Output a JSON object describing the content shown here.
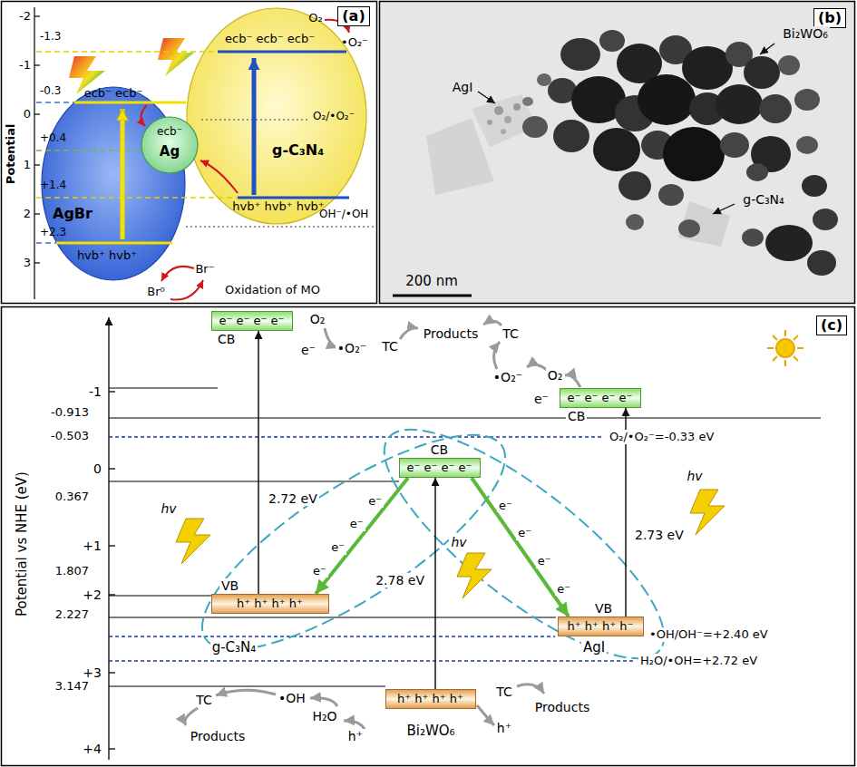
{
  "diagram": {
    "nodes": [
      {
        "text": [
          "ecb⁻ ecb⁻ ecb⁻",
          "g-C₃N₄",
          "hvb⁺ hvb⁺ hvb⁺"
        ]
      },
      {
        "text": [
          "ecb⁻ ecb⁻",
          "AgBr",
          "hvb⁺ hvb⁺"
        ]
      },
      {
        "text": [
          "ecb⁻",
          "Ag"
        ]
      },
      {
        "text": [
          "e⁻ e⁻ e⁻ e⁻",
          "CB"
        ]
      },
      {
        "text": [
          "e⁻ e⁻ e⁻ e⁻",
          "CB"
        ]
      },
      {
        "text": [
          "e⁻ e⁻ e⁻ e⁻",
          "CB"
        ]
      },
      {
        "text": [
          "VB",
          "h⁺ h⁺ h⁺ h⁺"
        ]
      },
      {
        "text": [
          "VB",
          "h⁺ h⁺ h⁺ h⁻"
        ]
      },
      {
        "text": [
          "h⁺ h⁺ h⁺ h⁺"
        ]
      }
    ],
    "edges": [
      {
        "from": 6,
        "to": 3,
        "label": "2.72 eV",
        "arrow": "to"
      },
      {
        "from": 8,
        "to": 5,
        "label": "2.78 eV",
        "arrow": "to"
      },
      {
        "from": 7,
        "to": 4,
        "label": "2.73 eV",
        "arrow": "to"
      },
      {
        "from": 5,
        "to": 6,
        "arrow": "to"
      },
      {
        "from": 5,
        "to": 7,
        "arrow": "to"
      }
    ],
    "labels": [
      "(a)",
      "Potential",
      "-2",
      "-1",
      "0",
      "1",
      "2",
      "3",
      "-1.3",
      "-0.3",
      "+0.4",
      "+1.4",
      "+2.3",
      "O₂",
      "•O₂⁻",
      "O₂/•O₂⁻",
      "OH⁻/•OH",
      "Br⁻",
      "Br⁰",
      "Oxidation of MO",
      "(b)",
      "Bi₂WO₆",
      "AgI",
      "g-C₃N₄",
      "200 nm",
      "(c)",
      "Potential vs NHE (eV)",
      "-1",
      "-0.913",
      "-0.503",
      "0",
      "0.367",
      "+1",
      "1.807",
      "+2",
      "2.227",
      "+3",
      "3.147",
      "+4",
      "O₂/•O₂⁻=-0.33 eV",
      "•OH/OH⁻=+2.40 eV",
      "H₂O/•OH=+2.72 eV",
      "g-C₃N₄",
      "AgI",
      "Bi₂WO₆",
      "O₂",
      "e⁻",
      "•O₂⁻",
      "TC",
      "Products",
      "TC",
      "•O₂⁻",
      "O₂",
      "e⁻",
      "TC",
      "Products",
      "•OH",
      "H₂O",
      "h⁺",
      "TC",
      "Products",
      "h⁺",
      "hv",
      "hv",
      "hv",
      "e⁻",
      "e⁻",
      "e⁻",
      "e⁻",
      "e⁻",
      "e⁻",
      "e⁻",
      "e⁻"
    ]
  }
}
